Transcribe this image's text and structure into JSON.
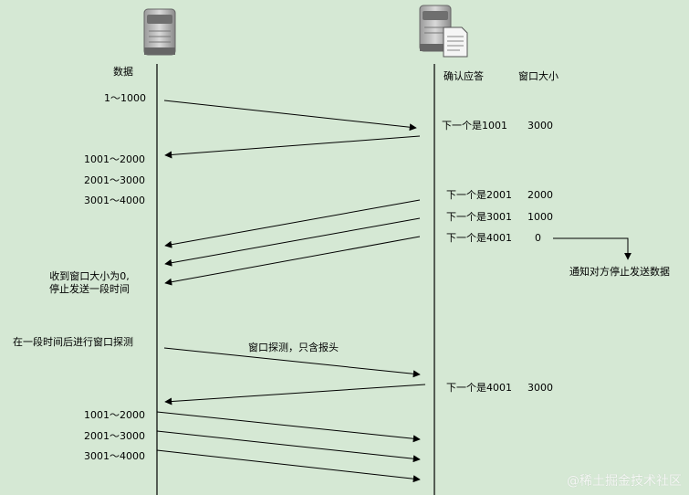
{
  "colors": {
    "background": "#d5e8d4",
    "line": "#000000",
    "server_body": "#c7c7c7",
    "server_dark": "#7a7a7a"
  },
  "nodes": {
    "left": {
      "icon": "server-icon",
      "column_label": "数据"
    },
    "right": {
      "icon": "server-document-icon",
      "column_label_ack": "确认应答",
      "column_label_window": "窗口大小"
    }
  },
  "left_labels": [
    "1～1000",
    "1001～2000",
    "2001～3000",
    "3001～4000",
    "收到窗口大小为0,\n停止发送一段时间",
    "在一段时间后进行窗口探测",
    "1001～2000",
    "2001～3000",
    "3001～4000"
  ],
  "right_acks": [
    {
      "ack": "下一个是1001",
      "window": "3000"
    },
    {
      "ack": "下一个是2001",
      "window": "2000"
    },
    {
      "ack": "下一个是3001",
      "window": "1000"
    },
    {
      "ack": "下一个是4001",
      "window": "0"
    },
    {
      "ack": "下一个是4001",
      "window": "3000"
    }
  ],
  "notes": {
    "notify": "通知对方停止发送数据",
    "probe": "窗口探测，只含报头"
  },
  "watermark": "@稀土掘金技术社区"
}
